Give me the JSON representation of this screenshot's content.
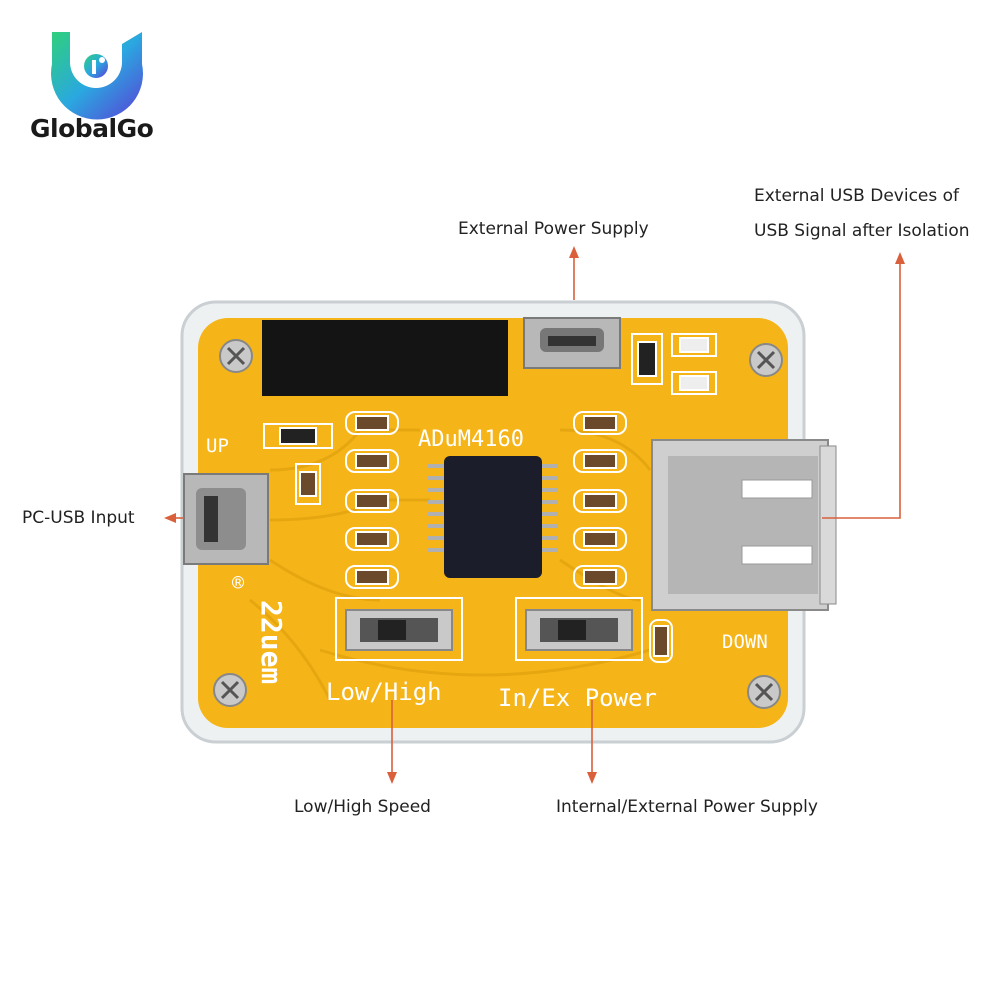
{
  "logo": {
    "brand_text": "GlobalGo"
  },
  "callouts": {
    "external_power": "External Power Supply",
    "usb_devices_line1": "External USB Devices of",
    "usb_devices_line2": "USB Signal after Isolation",
    "pc_usb": "PC-USB Input",
    "low_high_speed": "Low/High Speed",
    "internal_external_power": "Internal/External Power Supply"
  },
  "board_silkscreen": {
    "chip_label": "ADuM4160",
    "up_label": "UP",
    "down_label": "DOWN",
    "switch1_label": "Low/High",
    "switch2_label": "In/Ex Power",
    "vendor_mark": "22uem",
    "registered_mark": "®"
  },
  "colors": {
    "pcb": "#f5b418",
    "arrow": "#d9603b",
    "text": "#222222"
  }
}
